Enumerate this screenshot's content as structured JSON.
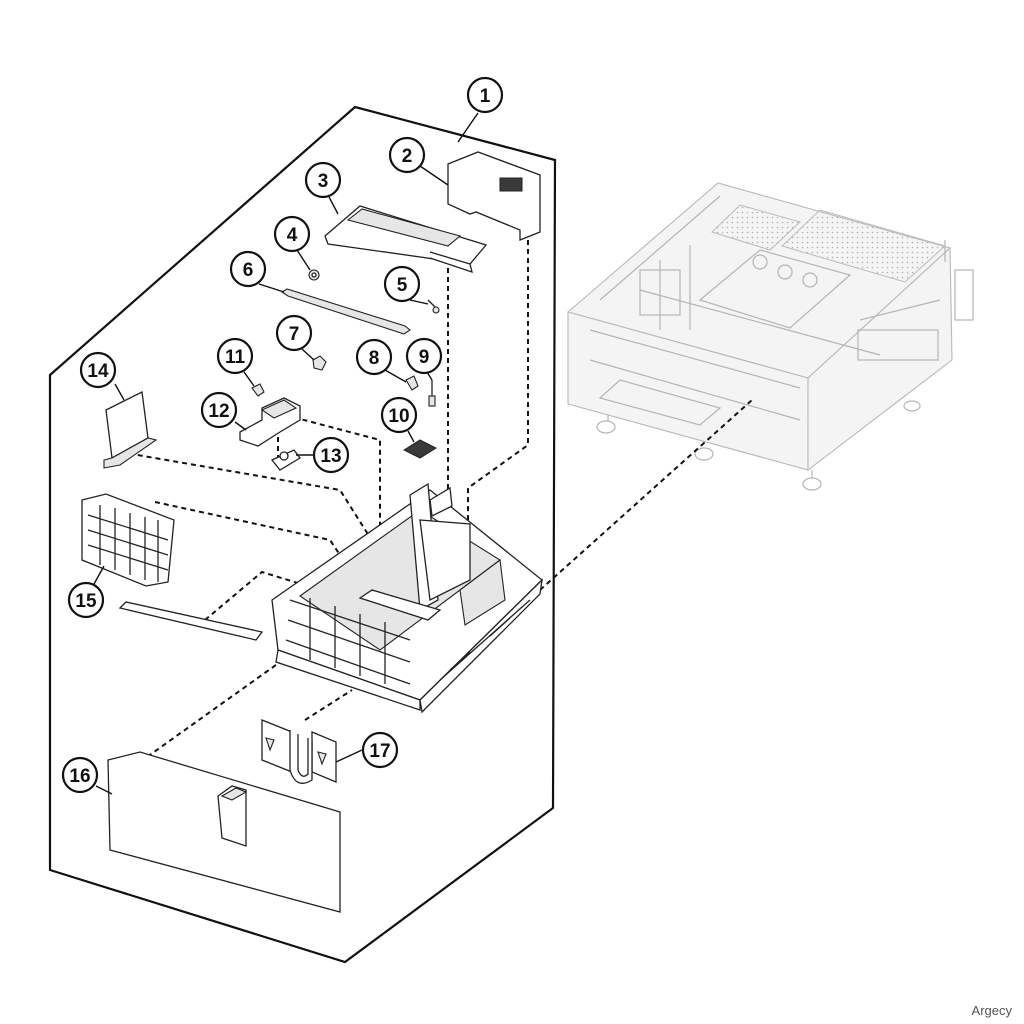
{
  "callouts": [
    {
      "number": "1"
    },
    {
      "number": "2"
    },
    {
      "number": "3"
    },
    {
      "number": "4"
    },
    {
      "number": "5"
    },
    {
      "number": "6"
    },
    {
      "number": "7"
    },
    {
      "number": "8"
    },
    {
      "number": "9"
    },
    {
      "number": "10"
    },
    {
      "number": "11"
    },
    {
      "number": "12"
    },
    {
      "number": "13"
    },
    {
      "number": "14"
    },
    {
      "number": "15"
    },
    {
      "number": "16"
    },
    {
      "number": "17"
    }
  ],
  "watermark": "Argecy"
}
